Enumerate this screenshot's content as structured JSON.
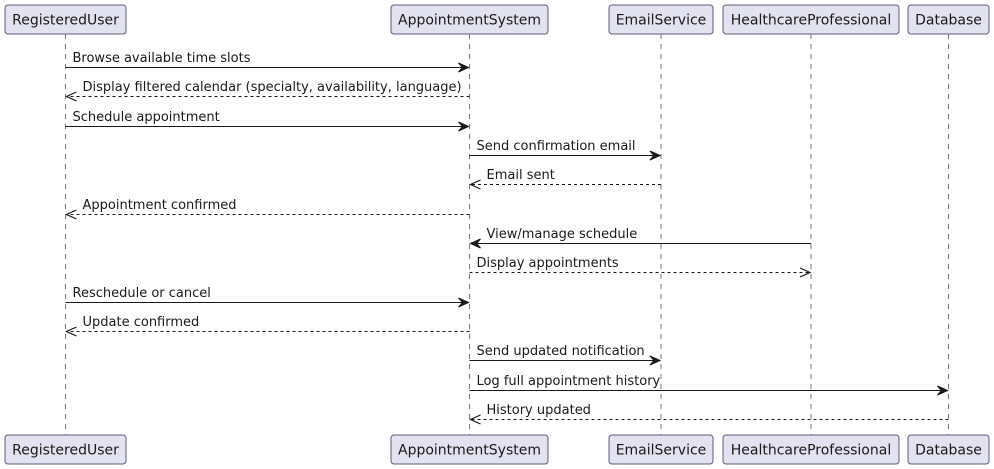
{
  "participants": [
    {
      "id": "user",
      "label": "RegisteredUser"
    },
    {
      "id": "system",
      "label": "AppointmentSystem"
    },
    {
      "id": "email",
      "label": "EmailService"
    },
    {
      "id": "hp",
      "label": "HealthcareProfessional"
    },
    {
      "id": "db",
      "label": "Database"
    }
  ],
  "messages": [
    {
      "from": "user",
      "to": "system",
      "label": "Browse available time slots",
      "style": "solid"
    },
    {
      "from": "system",
      "to": "user",
      "label": "Display filtered calendar (specialty, availability, language)",
      "style": "dashed"
    },
    {
      "from": "user",
      "to": "system",
      "label": "Schedule appointment",
      "style": "solid"
    },
    {
      "from": "system",
      "to": "email",
      "label": "Send confirmation email",
      "style": "solid"
    },
    {
      "from": "email",
      "to": "system",
      "label": "Email sent",
      "style": "dashed"
    },
    {
      "from": "system",
      "to": "user",
      "label": "Appointment confirmed",
      "style": "dashed"
    },
    {
      "from": "hp",
      "to": "system",
      "label": "View/manage schedule",
      "style": "solid"
    },
    {
      "from": "system",
      "to": "hp",
      "label": "Display appointments",
      "style": "dashed"
    },
    {
      "from": "user",
      "to": "system",
      "label": "Reschedule or cancel",
      "style": "solid"
    },
    {
      "from": "system",
      "to": "user",
      "label": "Update confirmed",
      "style": "dashed"
    },
    {
      "from": "system",
      "to": "email",
      "label": "Send updated notification",
      "style": "solid"
    },
    {
      "from": "system",
      "to": "db",
      "label": "Log full appointment history",
      "style": "solid"
    },
    {
      "from": "db",
      "to": "system",
      "label": "History updated",
      "style": "dashed"
    }
  ]
}
